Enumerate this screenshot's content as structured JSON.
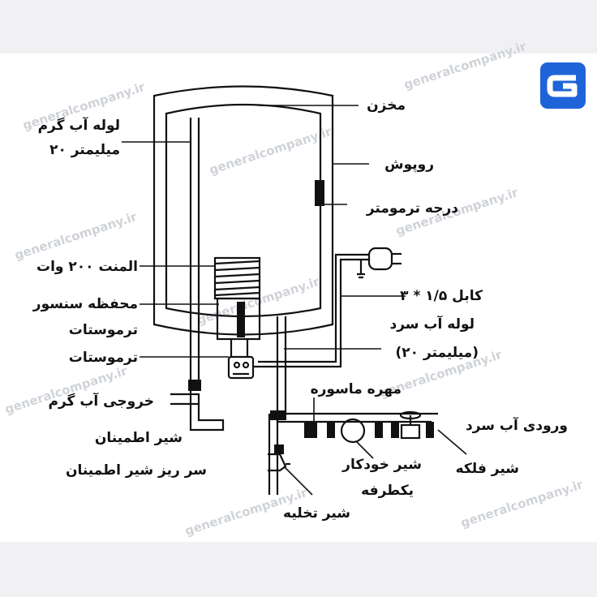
{
  "colors": {
    "ink": "#111111",
    "logo": "#1e64d8",
    "watermark": "#cfd3d8",
    "band": "#f1f1f3"
  },
  "watermark_text": "generalcompany.ir",
  "labels": {
    "tank": "مخزن",
    "hot_pipe_1": "لوله آب گرم",
    "hot_pipe_2": "۲۰ میلیمتر",
    "cover": "روپوش",
    "thermometer": "درجه ترمومتر",
    "element": "المنت ۲۰۰ وات",
    "sensor_1": "محفظه سنسور",
    "sensor_2": "ترموستات",
    "thermostat": "ترموستات",
    "cable": "کابل ۱/۵ * ۳",
    "cold_pipe_1": "لوله آب سرد",
    "cold_pipe_2": "(۲۰ میلیمتر)",
    "hot_outlet": "خروجی آب گرم",
    "union_nut": "مهره ماسوره",
    "cold_inlet": "ورودی آب سرد",
    "safety_valve": "شیر اطمینان",
    "check_valve_1": "شیر خودکار",
    "check_valve_2": "یکطرفه",
    "gate_valve": "شیر فلکه",
    "safety_drain": "سر ریز شیر اطمینان",
    "drain_valve": "شیر تخلیه"
  }
}
